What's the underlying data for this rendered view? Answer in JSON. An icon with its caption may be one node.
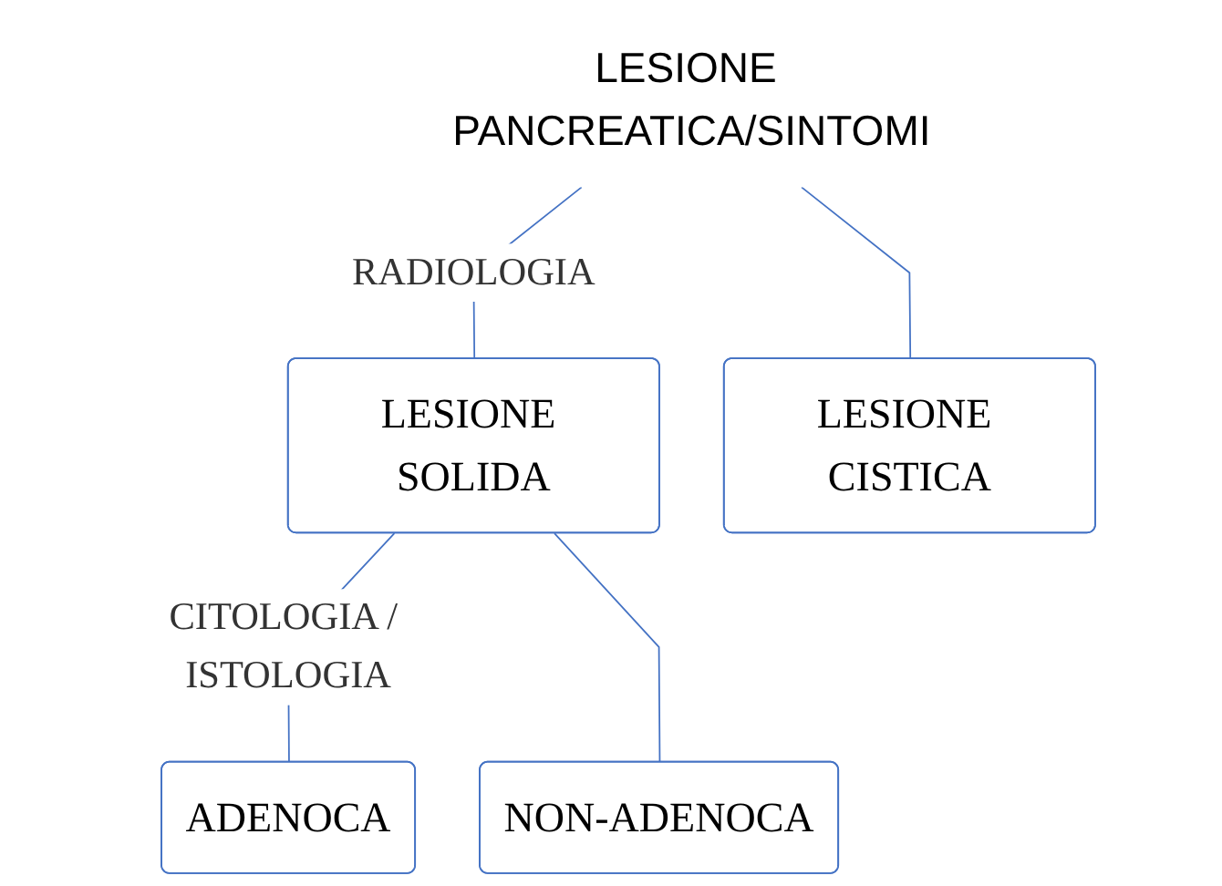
{
  "diagram": {
    "nodes": [
      {
        "text": [
          "LESIONE PANCREATICA/SINTOMI"
        ]
      },
      {
        "text": [
          "LESIONE SOLIDA"
        ]
      },
      {
        "text": [
          "LESIONE CISTICA"
        ]
      },
      {
        "text": [
          "ADENOCA"
        ]
      },
      {
        "text": [
          "NON-ADENOCA"
        ]
      }
    ],
    "edges": [
      {
        "from": 0,
        "to": 1,
        "arrow": "none",
        "label": "RADIOLOGIA"
      },
      {
        "from": 0,
        "to": 2,
        "arrow": "none"
      },
      {
        "from": 1,
        "to": 3,
        "arrow": "none",
        "label": "CITOLOGIA / ISTOLOGIA"
      },
      {
        "from": 1,
        "to": 4,
        "arrow": "none"
      }
    ]
  }
}
